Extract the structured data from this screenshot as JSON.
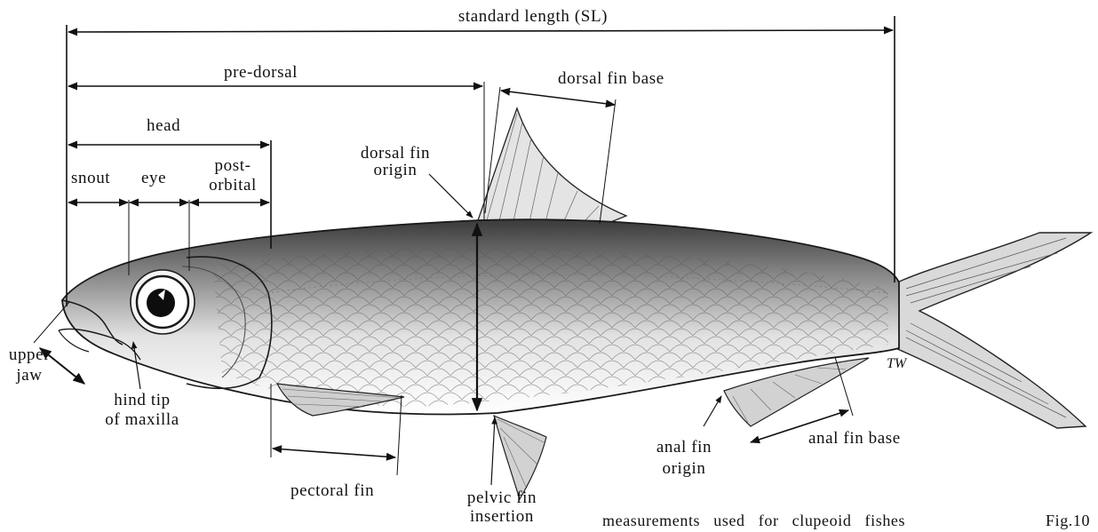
{
  "labels": {
    "standard_length": "standard  length  (SL)",
    "pre_dorsal": "pre-dorsal",
    "head": "head",
    "snout": "snout",
    "eye": "eye",
    "post_orbital_1": "post-",
    "post_orbital_2": "orbital",
    "dorsal_fin_base": "dorsal fin base",
    "dorsal_fin_origin_1": "dorsal fin",
    "dorsal_fin_origin_2": "origin",
    "upper_jaw_1": "upper",
    "upper_jaw_2": "jaw",
    "hind_tip_1": "hind tip",
    "hind_tip_2": "of  maxilla",
    "pectoral_fin": "pectoral  fin",
    "pelvic_fin_insertion_1": "pelvic fin",
    "pelvic_fin_insertion_2": "insertion",
    "anal_fin_origin_1": "anal fin",
    "anal_fin_origin_2": "origin",
    "anal_fin_base": "anal fin base",
    "artist_initials": "TW"
  },
  "caption": {
    "text": "measurements  used  for  clupeoid  fishes",
    "figure_number": "Fig.10"
  }
}
